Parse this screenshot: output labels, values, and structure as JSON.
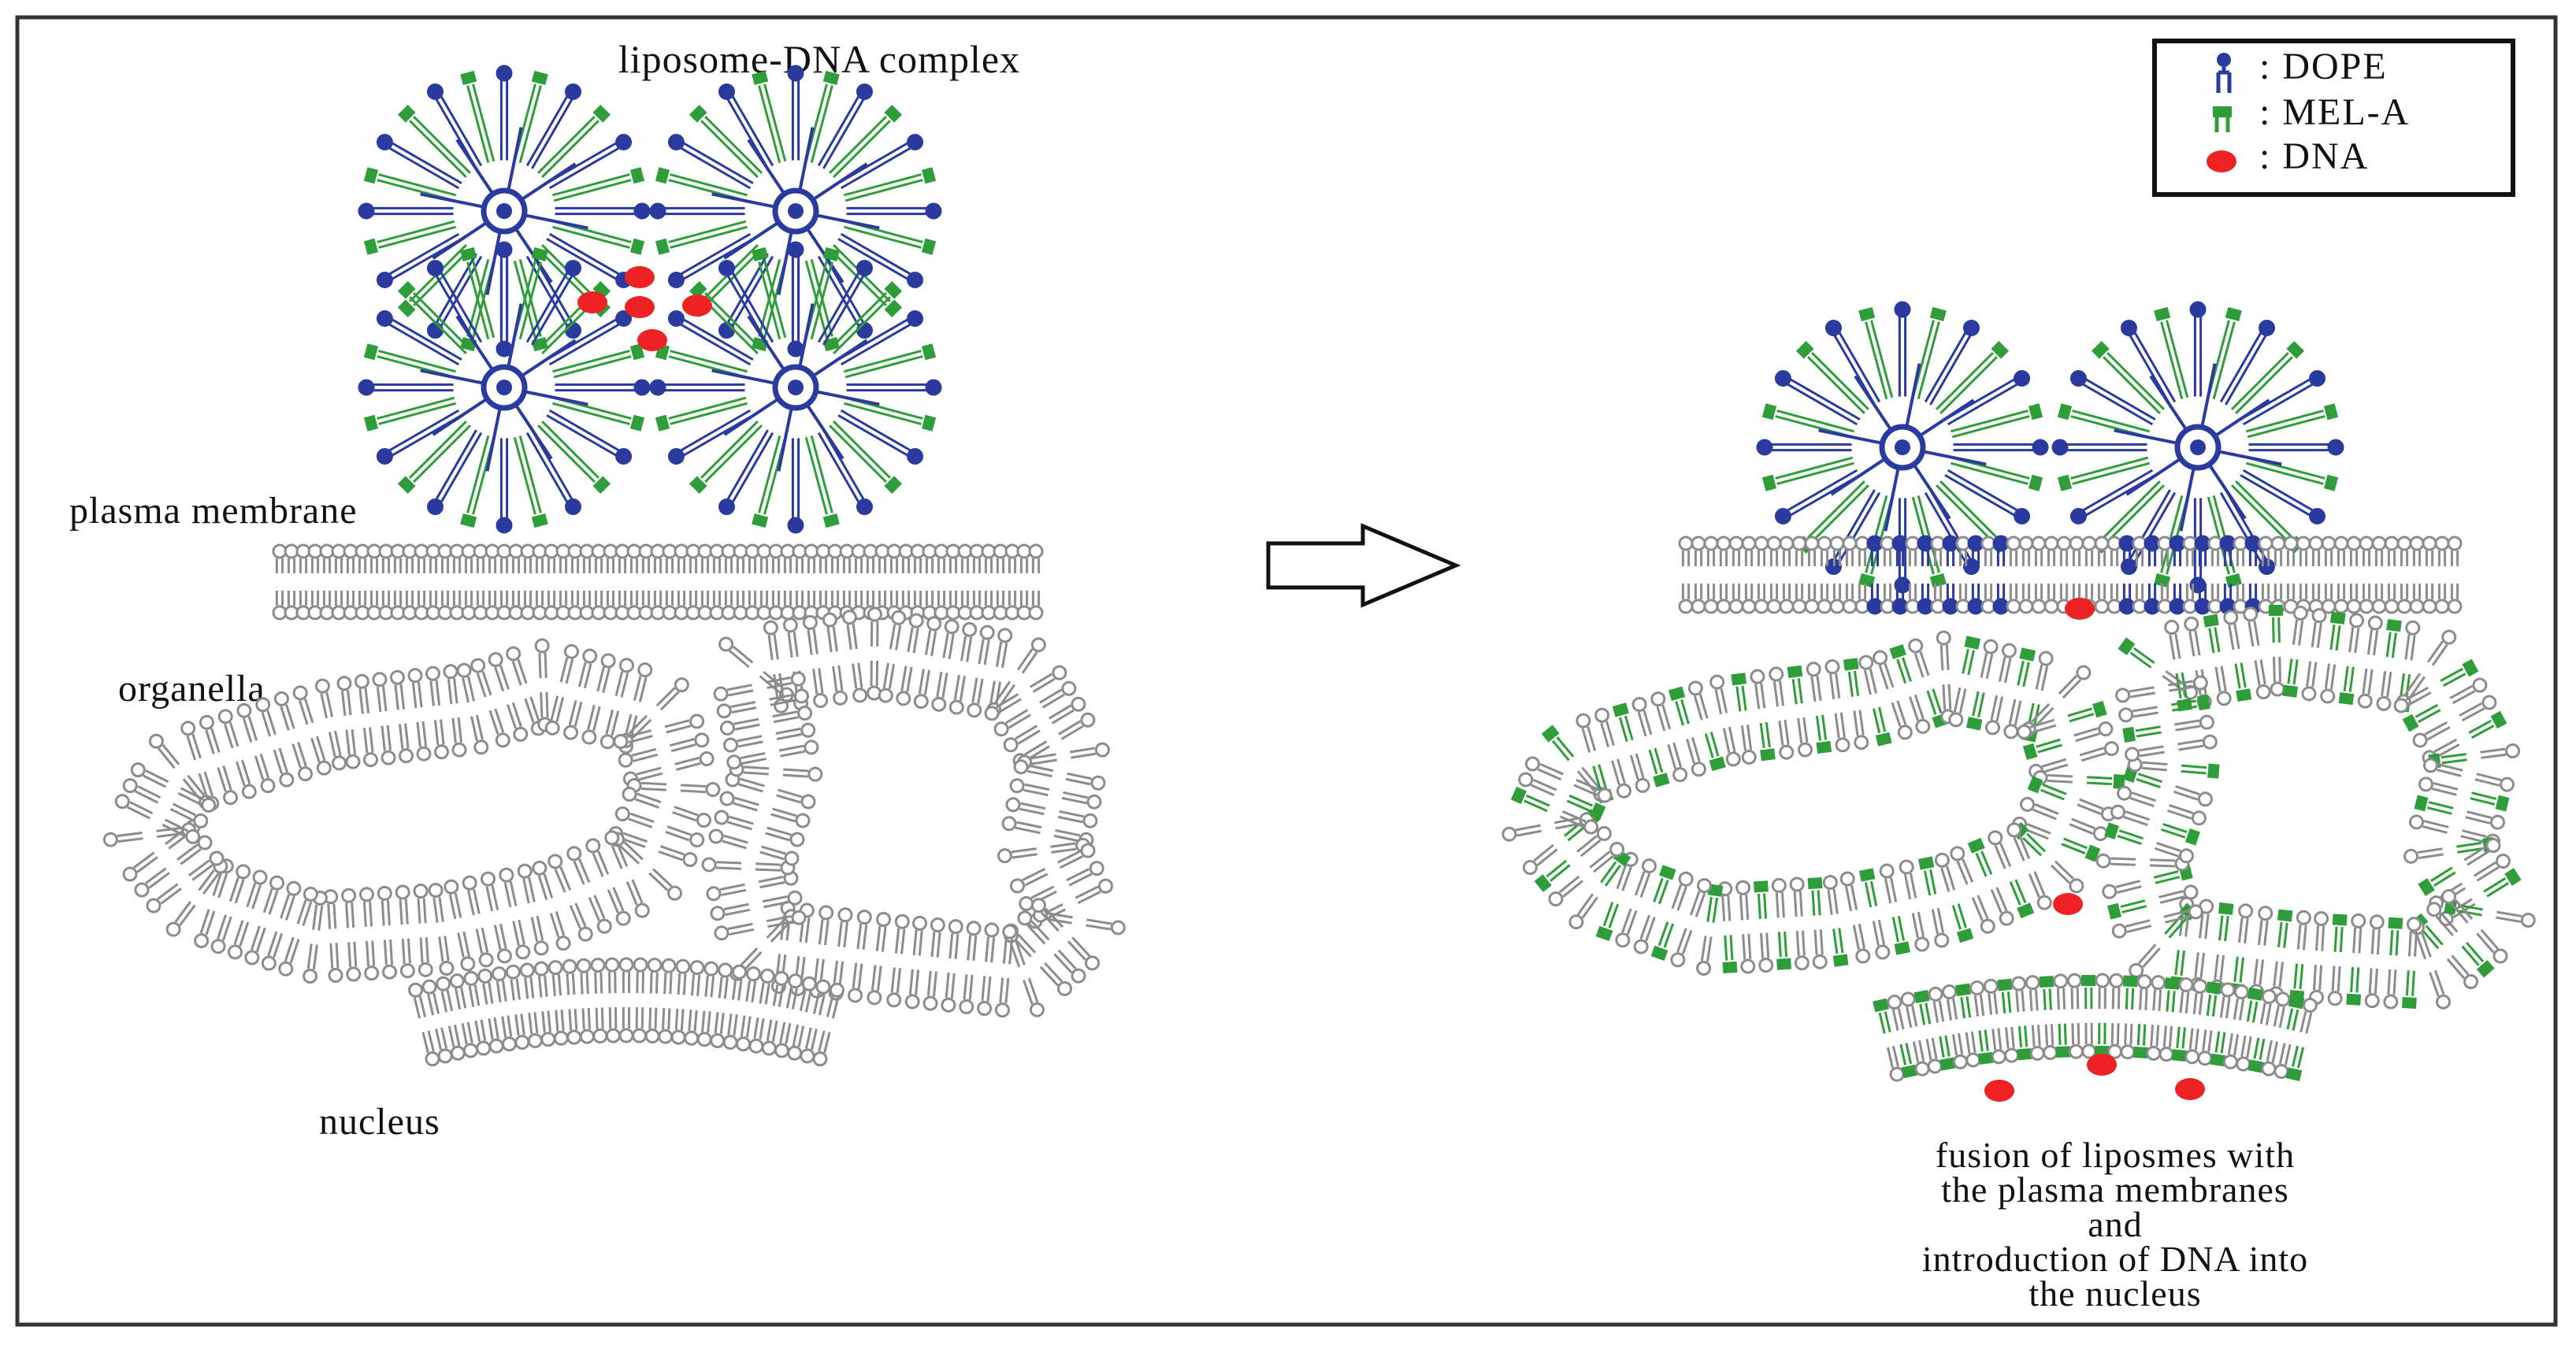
{
  "title": "liposome-DNA complex",
  "labels": {
    "plasma_membrane": "plasma membrane",
    "organella": "organella",
    "nucleus": "nucleus"
  },
  "caption": [
    "fusion of liposmes with",
    "the plasma membranes",
    "and",
    "introduction of DNA into",
    "the nucleus"
  ],
  "legend": [
    {
      "label": ": DOPE",
      "icon": "dope-lipid-icon"
    },
    {
      "label": ": MEL-A",
      "icon": "mel-a-lipid-icon"
    },
    {
      "label": ": DNA",
      "icon": "dna-icon"
    }
  ],
  "colors": {
    "dope": "#2b3a9e",
    "mel_a": "#2e9d3a",
    "dna": "#ee2222",
    "membrane": "#8c8c8c",
    "frame": "#333333"
  }
}
